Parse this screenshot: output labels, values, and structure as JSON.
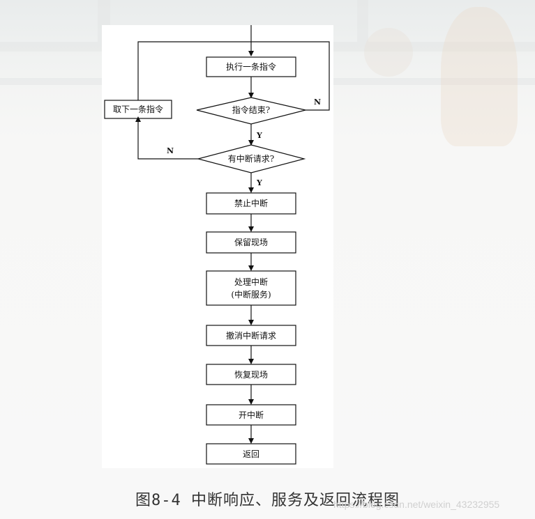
{
  "flowchart": {
    "nodes": {
      "execute": "执行一条指令",
      "fetch_next": "取下一条指令",
      "end_check": "指令结束?",
      "interrupt_check": "有中断请求?",
      "disable": "禁止中断",
      "save": "保留现场",
      "handle_line1": "处理中断",
      "handle_line2": "(中断服务)",
      "cancel": "撤消中断请求",
      "restore": "恢复现场",
      "enable": "开中断",
      "return": "返回"
    },
    "labels": {
      "end_no": "N",
      "end_yes": "Y",
      "int_no": "N",
      "int_yes": "Y"
    }
  },
  "caption": "图8-4   中断响应、服务及返回流程图",
  "watermark": "https://blog.csdn.net/weixin_43232955"
}
